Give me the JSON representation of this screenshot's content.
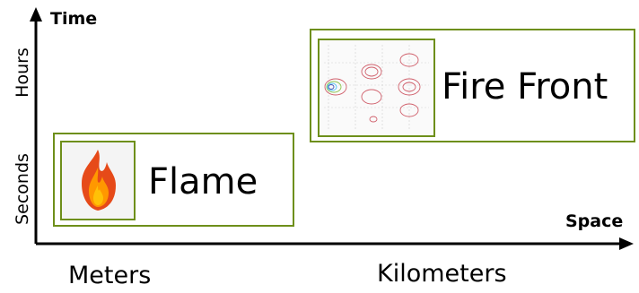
{
  "diagram": {
    "y_axis_title": "Time",
    "x_axis_title": "Space",
    "y_levels": [
      "Seconds",
      "Hours"
    ],
    "x_levels": [
      "Meters",
      "Kilometers"
    ],
    "items": [
      {
        "label": "Flame",
        "icon": "flame-icon"
      },
      {
        "label": "Fire Front",
        "icon": "fire-front-contour-plot"
      }
    ]
  },
  "colors": {
    "box_border": "#6e8f1a",
    "contour": "#d0606c",
    "flame_outer": "#e64a19",
    "flame_inner": "#ffc107"
  }
}
